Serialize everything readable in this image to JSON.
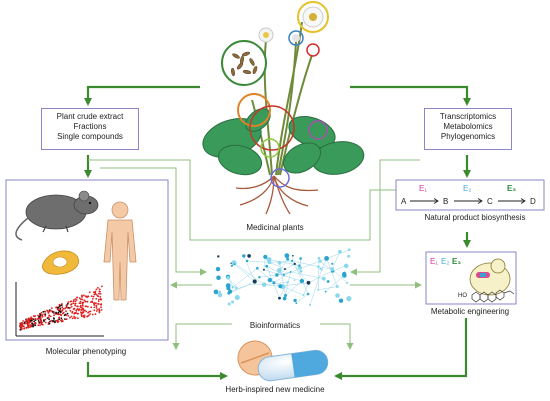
{
  "extract_box": {
    "lines": [
      "Plant crude extract",
      "Fractions",
      "Single compounds"
    ]
  },
  "omics_box": {
    "lines": [
      "Transcriptomics",
      "Metabolomics",
      "Phylogenomics"
    ]
  },
  "labels": {
    "medicinal_plants": "Medicinal plants",
    "bioinformatics": "Bioinformatics",
    "molecular_phenotyping": "Molecular phenotyping",
    "biosynthesis": "Natural product biosynthesis",
    "metabolic_engineering": "Metabolic engineering",
    "new_medicine": "Herb-inspired new medicine"
  },
  "pathway": {
    "nodes": [
      "A",
      "B",
      "C",
      "D"
    ],
    "enzymes": [
      "E₁",
      "E₂",
      "E₃"
    ]
  },
  "engineering": {
    "enzymes": [
      "E₁",
      "E₂",
      "E₃"
    ],
    "product_prefix": "HO"
  },
  "colors": {
    "arrow_green": "#3c8a2e",
    "arrow_light": "#8fbf7c",
    "box_border": "#8a86c7",
    "e1": "#d63aa0",
    "e2": "#4aa8d8",
    "e3": "#2e8b3a",
    "leaf": "#3a9a5a",
    "scatter_red": "#e02020"
  }
}
